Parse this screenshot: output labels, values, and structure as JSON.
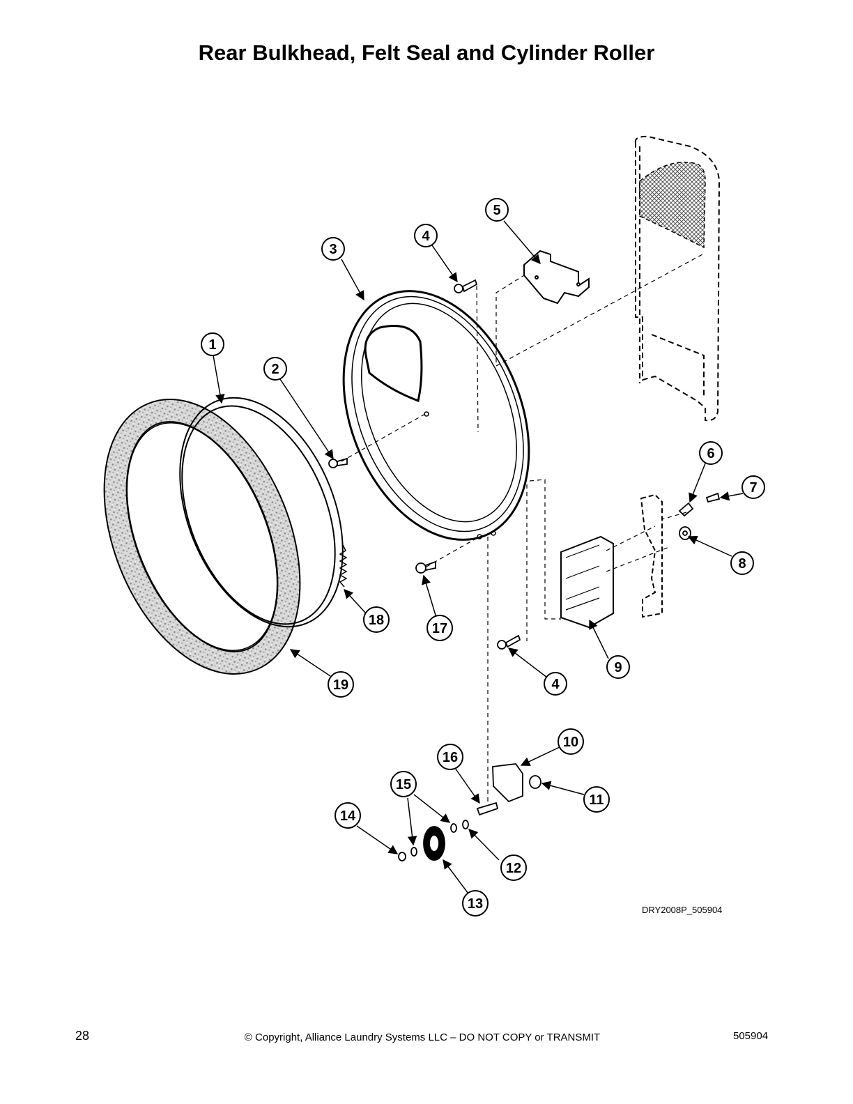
{
  "title": "Rear Bulkhead, Felt Seal and Cylinder Roller",
  "figure_code": "DRY2008P_505904",
  "footer": {
    "page_number": "28",
    "copyright": "© Copyright, Alliance Laundry Systems LLC – DO NOT COPY or TRANSMIT",
    "doc_number": "505904"
  },
  "callouts": [
    "1",
    "2",
    "3",
    "4",
    "5",
    "6",
    "7",
    "8",
    "9",
    "10",
    "11",
    "12",
    "13",
    "14",
    "15",
    "16",
    "17",
    "18",
    "19"
  ]
}
